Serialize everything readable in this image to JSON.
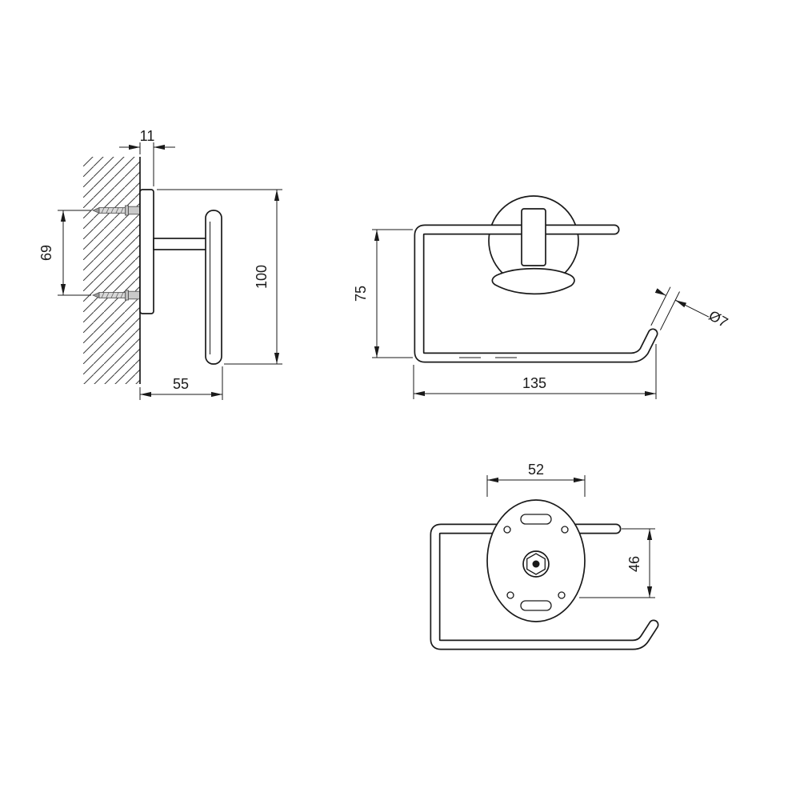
{
  "drawing": {
    "background": "#ffffff",
    "line_color": "#1a1a1a",
    "views": {
      "side": {
        "plate_thickness": "11",
        "hole_spacing": "69",
        "height": "100",
        "depth": "55"
      },
      "front": {
        "height": "75",
        "width": "135",
        "bar_diameter": "Ø7"
      },
      "rear": {
        "plate_width": "52",
        "bar_to_plate_height": "46"
      }
    }
  }
}
